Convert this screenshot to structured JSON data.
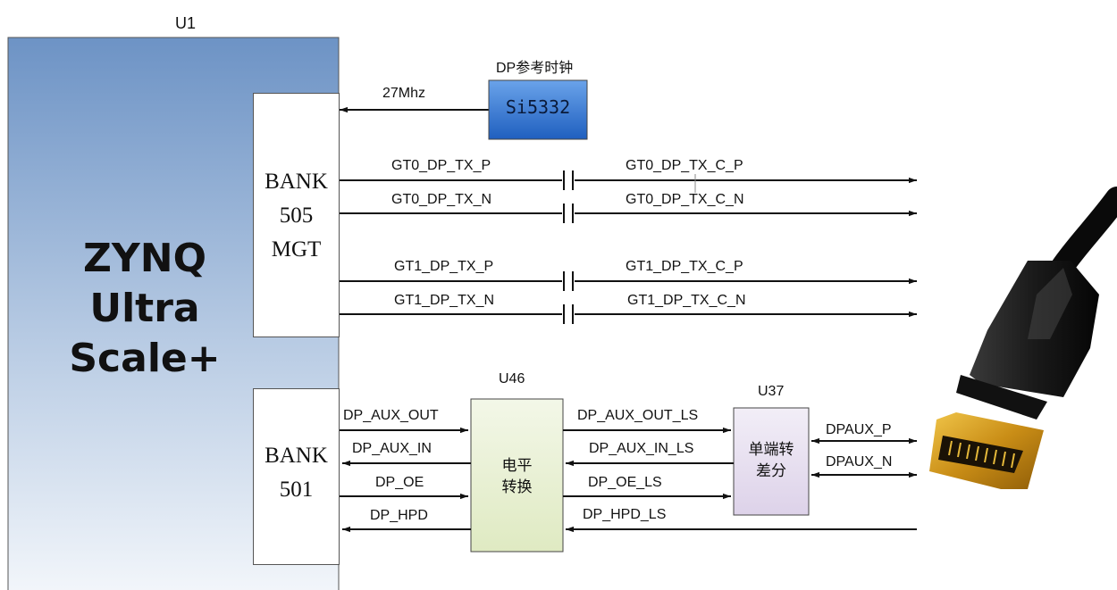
{
  "chip": {
    "ref": "U1",
    "name_lines": [
      "ZYNQ",
      "Ultra",
      "Scale+"
    ],
    "bank505_lines": [
      "BANK",
      "505",
      "MGT"
    ],
    "bank501_lines": [
      "BANK",
      "501"
    ]
  },
  "clock": {
    "title": "DP参考时钟",
    "part": "Si5332",
    "freq": "27Mhz"
  },
  "gt_signals": [
    {
      "fpga_side": "GT0_DP_TX_P",
      "conn_side": "GT0_DP_TX_C_P"
    },
    {
      "fpga_side": "GT0_DP_TX_N",
      "conn_side": "GT0_DP_TX_C_N"
    },
    {
      "fpga_side": "GT1_DP_TX_P",
      "conn_side": "GT1_DP_TX_C_P"
    },
    {
      "fpga_side": "GT1_DP_TX_N",
      "conn_side": "GT1_DP_TX_C_N"
    }
  ],
  "level_shifter": {
    "ref": "U46",
    "label_lines": [
      "电平",
      "转换"
    ],
    "left_signals": [
      "DP_AUX_OUT",
      "DP_AUX_IN",
      "DP_OE",
      "DP_HPD"
    ],
    "right_signals": [
      "DP_AUX_OUT_LS",
      "DP_AUX_IN_LS",
      "DP_OE_LS",
      "DP_HPD_LS"
    ]
  },
  "diff_converter": {
    "ref": "U37",
    "label_lines": [
      "单端转",
      "差分"
    ],
    "out_signals": [
      "DPAUX_P",
      "DPAUX_N"
    ]
  },
  "colors": {
    "chip_gradient_top": "#6f95c6",
    "chip_gradient_bottom": "#f4f7fb",
    "clock_box_top": "#5b95e0",
    "clock_box_bottom": "#2060c0",
    "level_shifter_fill": "#eaf1d6",
    "diff_converter_fill": "#e9e2f0",
    "line": "#111111"
  },
  "connector_icon": "displayport-connector-icon"
}
